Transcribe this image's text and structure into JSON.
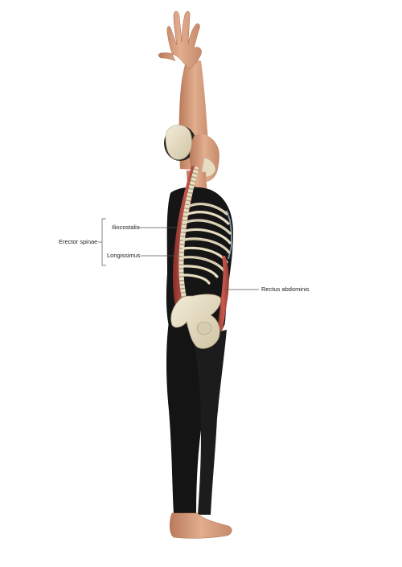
{
  "labels": {
    "group": "Erector spinae",
    "iliocostalis": "Iliocostalis",
    "longissimus": "Longissimus",
    "rectus_abdominis": "Rectus abdominis"
  },
  "colors": {
    "background": "#ffffff",
    "skin": "#d9a484",
    "clothing": "#151515",
    "bone": "#e9e0c6",
    "muscle": "#b84a40",
    "leader_line": "#555555"
  }
}
